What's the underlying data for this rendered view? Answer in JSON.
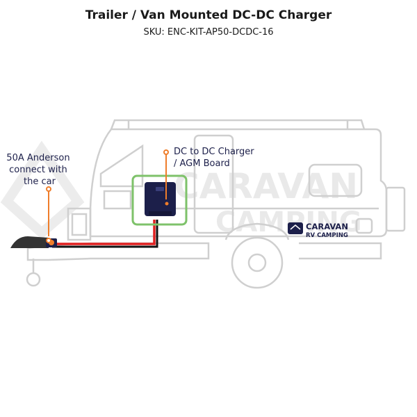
{
  "title": "Trailer / Van Mounted DC-DC Charger",
  "sku": "SKU: ENC-KIT-AP50-DCDC-16",
  "callouts": {
    "anderson": [
      "50A Anderson",
      "connect with",
      "the car"
    ],
    "charger": [
      "DC to DC Charger",
      "/ AGM Board"
    ]
  },
  "logo": {
    "line1": "CARAVAN",
    "line2": "RV CAMPING"
  },
  "watermark": {
    "line1": "CARAVAN",
    "line2": "CAMPING"
  },
  "colors": {
    "outline": "#cfcfcf",
    "callout": "#ef7d2a",
    "highlight": "#7ec26a",
    "positive_wire": "#e02020",
    "negative_wire": "#111111",
    "device": "#1c1f4a"
  }
}
